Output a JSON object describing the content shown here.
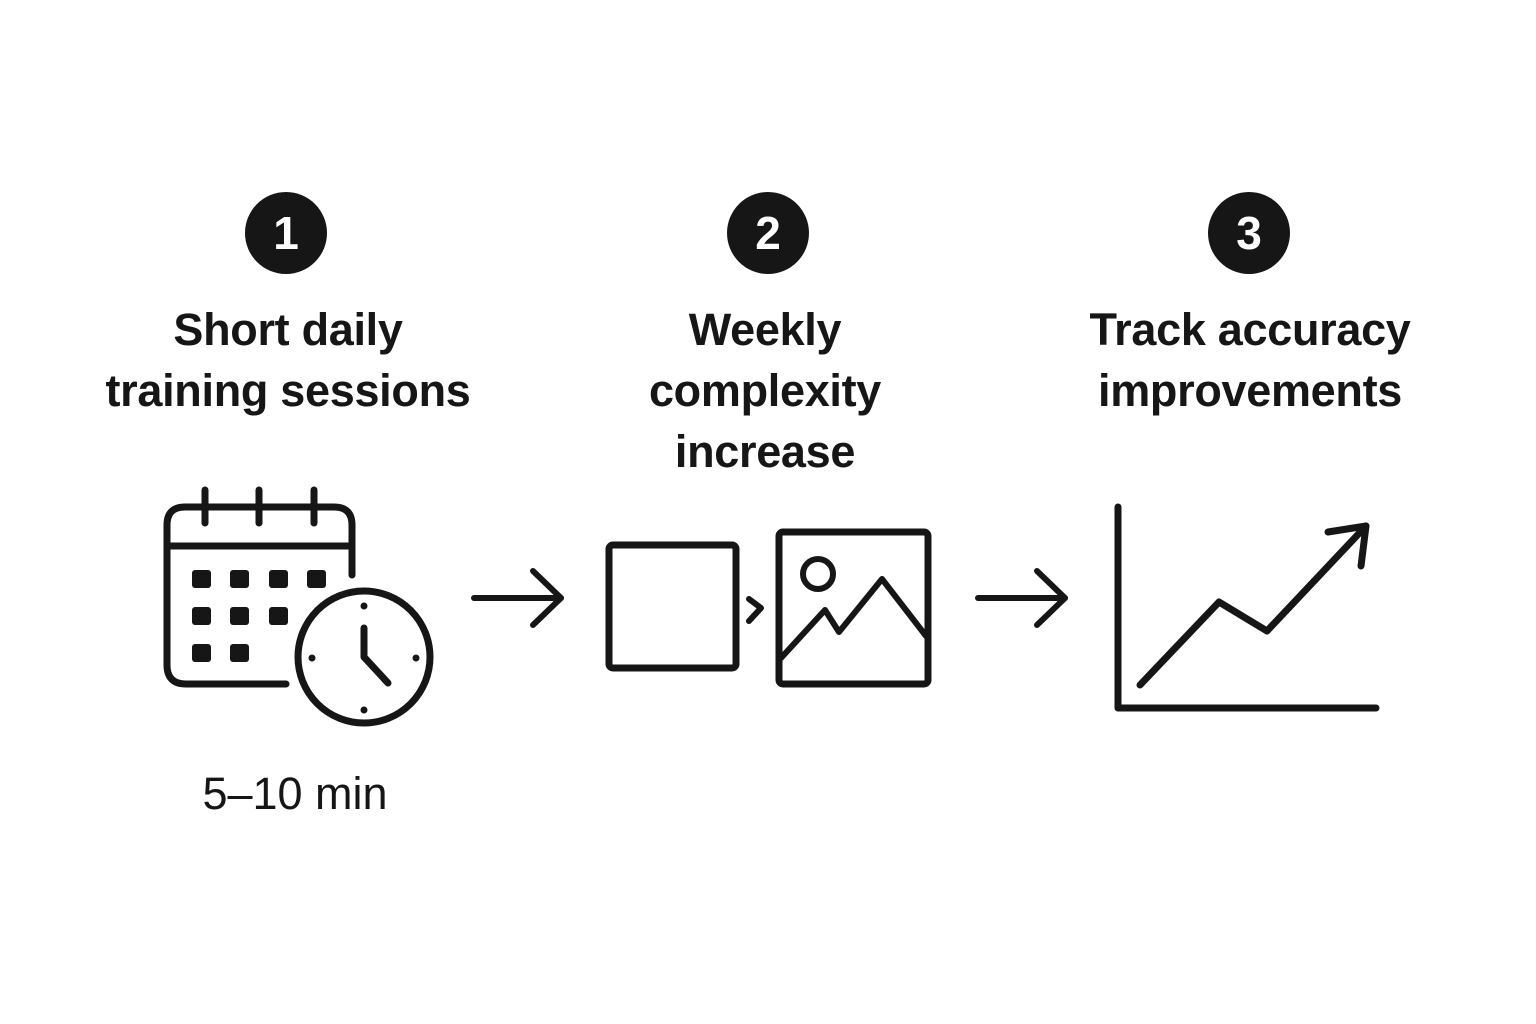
{
  "steps": [
    {
      "number": "1",
      "title": "Short daily\ntraining sessions",
      "icon": "calendar-clock-icon",
      "caption": "5–10 min"
    },
    {
      "number": "2",
      "title": "Weekly\ncomplexity\nincrease",
      "icon": "square-to-image-icon"
    },
    {
      "number": "3",
      "title": "Track accuracy\nimprovements",
      "icon": "trending-up-chart-icon"
    }
  ],
  "connectors": [
    "arrow-right-icon",
    "arrow-right-icon"
  ],
  "colors": {
    "ink": "#161616",
    "background": "#ffffff"
  }
}
